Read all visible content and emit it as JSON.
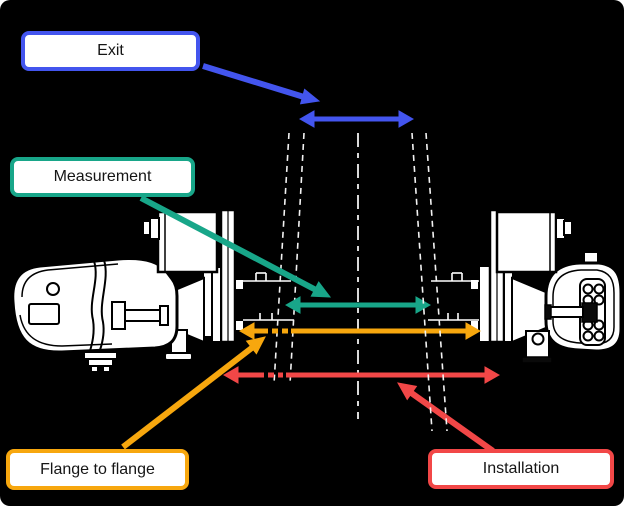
{
  "diagram": {
    "background_color": "#000000",
    "drawing": {
      "fill": "#ffffff",
      "stroke": "#000000",
      "guide_line_color": "#f2f2f2"
    },
    "callouts": [
      {
        "id": "exit",
        "label": "Exit",
        "color": "#4355ee"
      },
      {
        "id": "measurement",
        "label": "Measurement",
        "color": "#18a689"
      },
      {
        "id": "flange_to_flange",
        "label": "Flange to flange",
        "color": "#f7a70e"
      },
      {
        "id": "installation",
        "label": "Installation",
        "color": "#f24747"
      }
    ]
  }
}
